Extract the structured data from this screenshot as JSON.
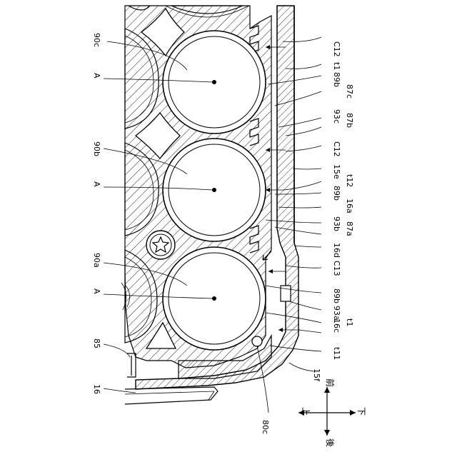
{
  "labels": {
    "c12_top": "C12",
    "t1_top": "t1",
    "b89_top": "89b",
    "c87": "87c",
    "c93": "93c",
    "b87": "87b",
    "c12_mid": "C12",
    "e15": "15e",
    "t12": "t12",
    "b89_mid": "89b",
    "a16": "16a",
    "b93": "93b",
    "a87": "87a",
    "d16": "16d",
    "c13": "C13",
    "b89_bot": "89b",
    "a93": "93a",
    "c16": "16c",
    "t1_bot": "t1",
    "t11": "t11",
    "f15": "15f",
    "c90": "90c",
    "b90": "90b",
    "a90": "90a",
    "a_top": "A",
    "a_mid": "A",
    "a_bot": "A",
    "n85": "85",
    "n16": "16",
    "c80": "80c"
  },
  "compass": {
    "up": "上",
    "down": "下",
    "front": "前",
    "back": "後"
  },
  "colors": {
    "line": "#000000",
    "background": "#ffffff"
  }
}
